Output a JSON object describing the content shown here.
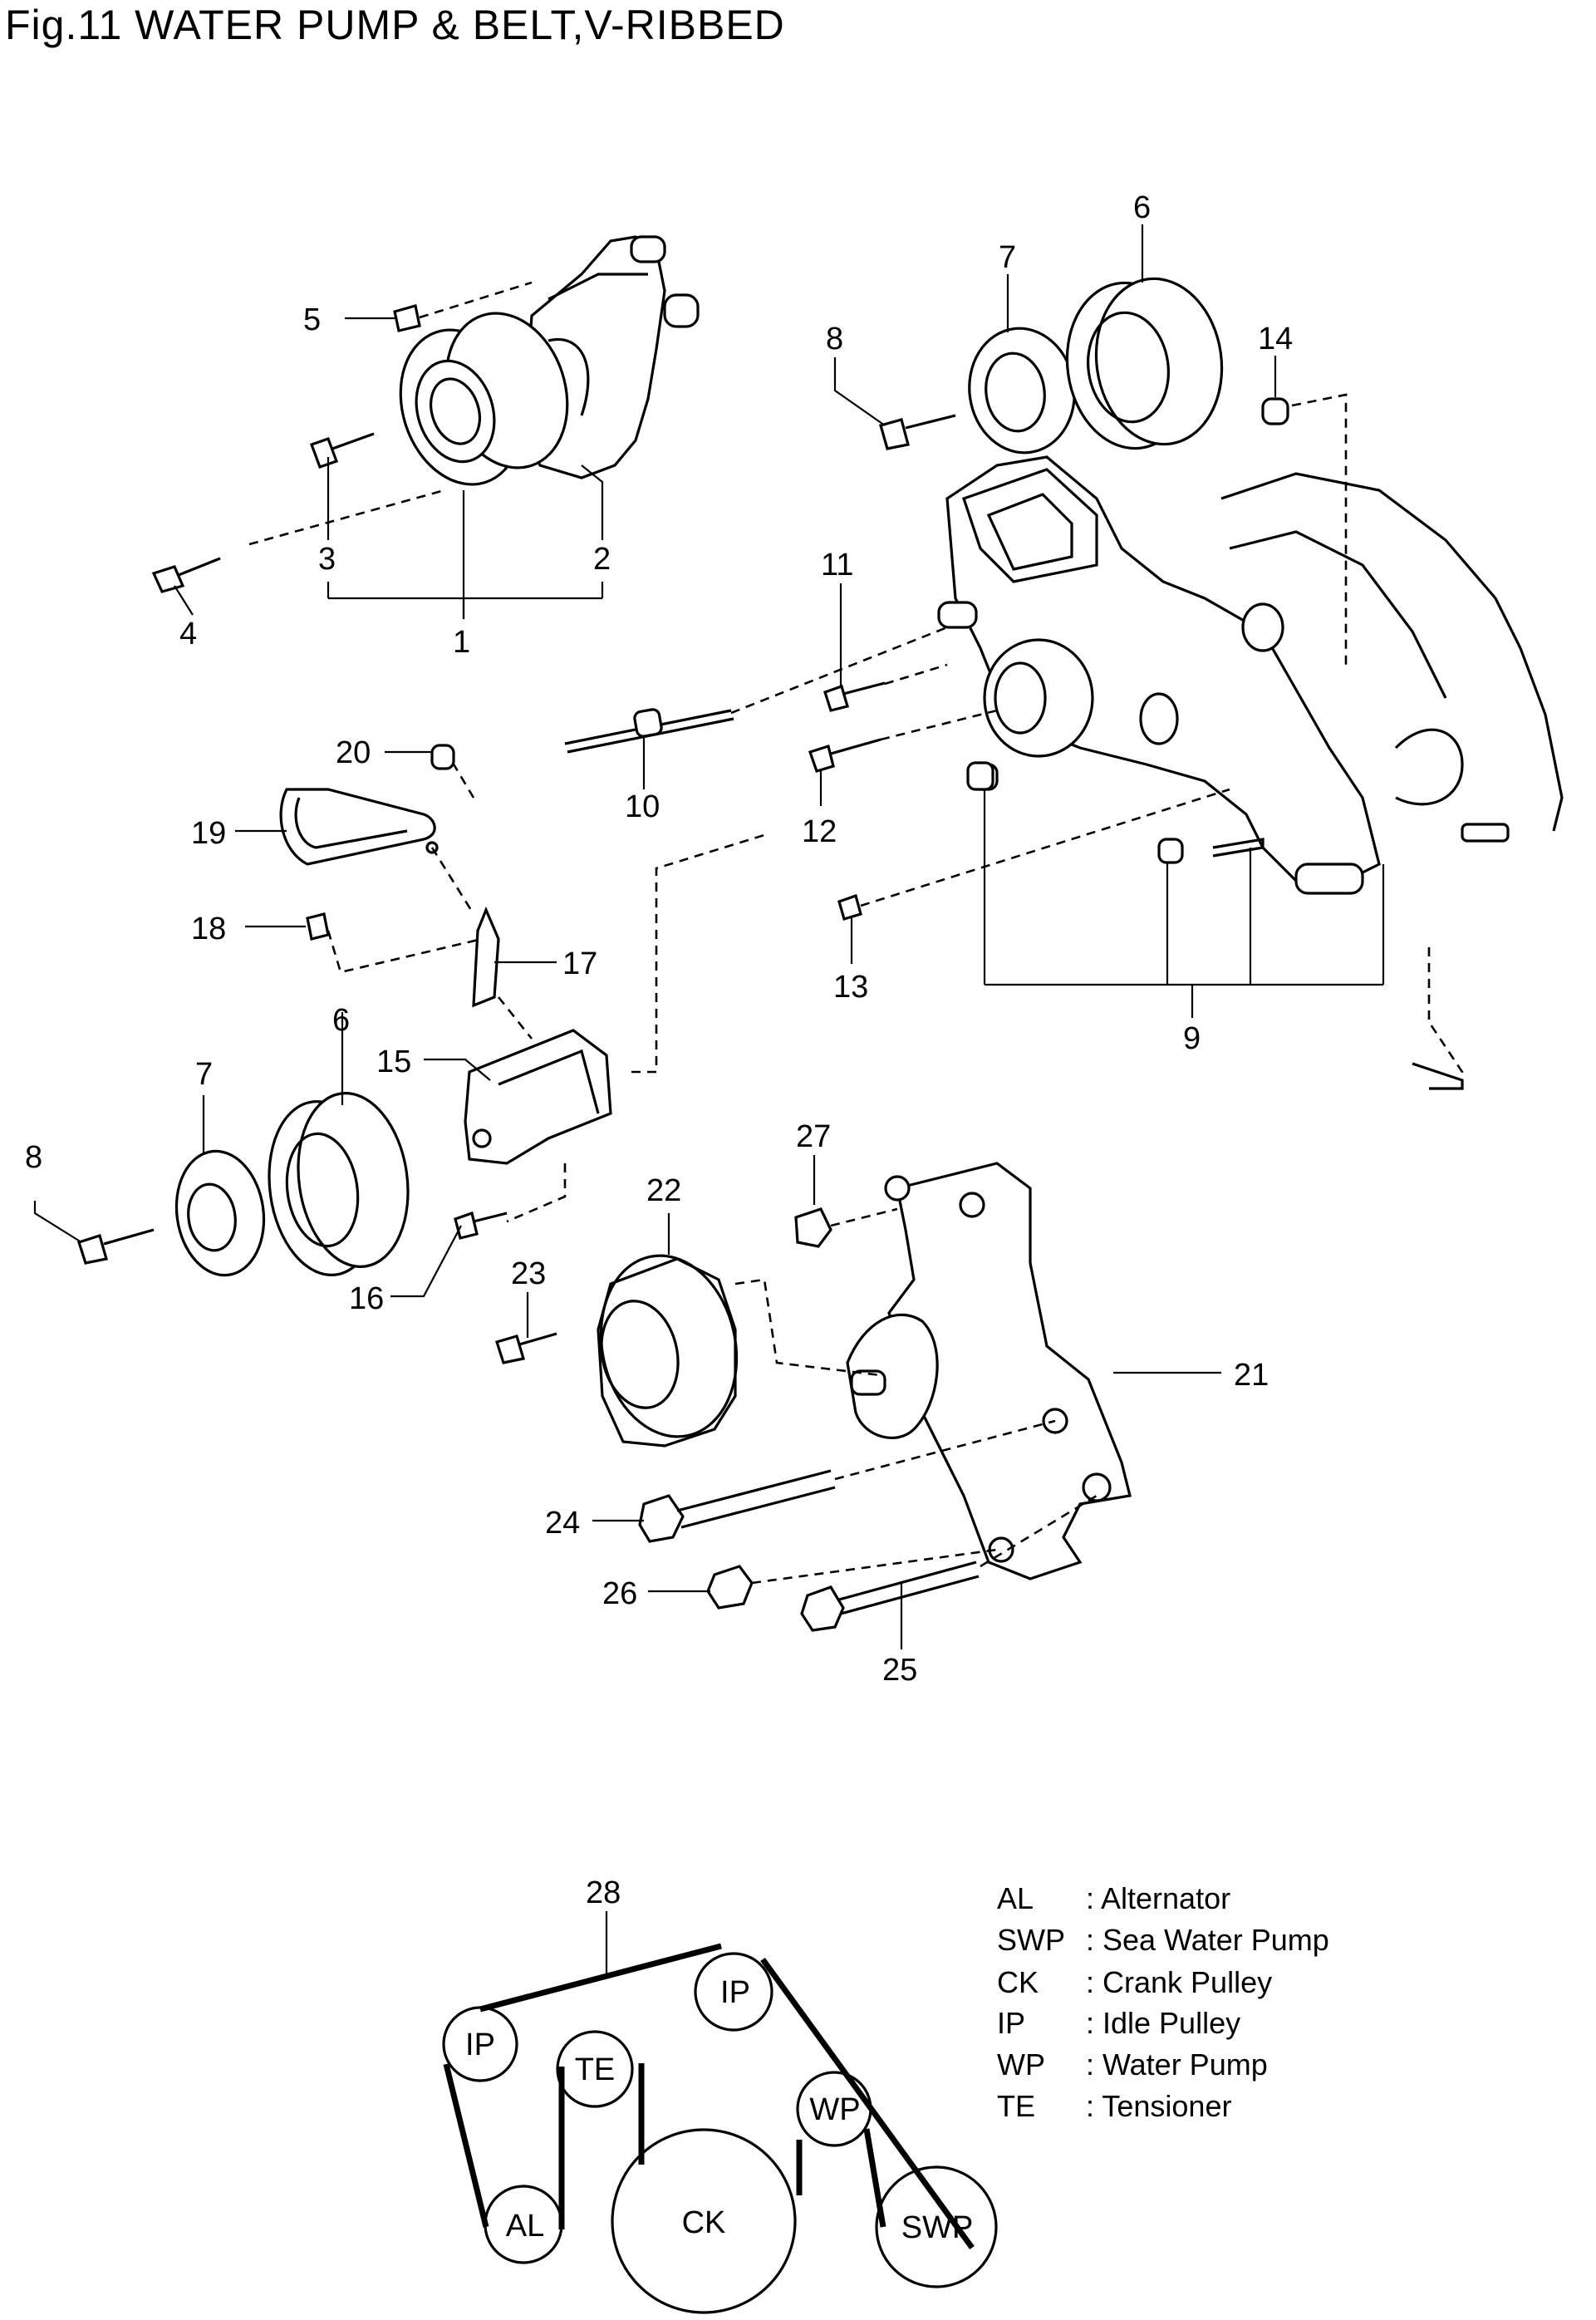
{
  "title": "Fig.11 WATER PUMP & BELT,V-RIBBED",
  "callouts": {
    "c1": "1",
    "c2": "2",
    "c3": "3",
    "c4": "4",
    "c5": "5",
    "c6a": "6",
    "c7a": "7",
    "c8a": "8",
    "c14": "14",
    "c11": "11",
    "c10": "10",
    "c12": "12",
    "c13": "13",
    "c9": "9",
    "c20": "20",
    "c19": "19",
    "c18": "18",
    "c17": "17",
    "c15": "15",
    "c6b": "6",
    "c7b": "7",
    "c8b": "8",
    "c16": "16",
    "c22": "22",
    "c23": "23",
    "c27": "27",
    "c21": "21",
    "c24": "24",
    "c26": "26",
    "c25": "25",
    "c28": "28"
  },
  "belt_diagram": {
    "pulleys": {
      "ip_left": "IP",
      "ip_top": "IP",
      "te": "TE",
      "al": "AL",
      "ck": "CK",
      "wp": "WP",
      "swp": "SWP"
    }
  },
  "legend": [
    {
      "abbr": "AL",
      "desc": ": Alternator"
    },
    {
      "abbr": "SWP",
      "desc": ": Sea Water Pump"
    },
    {
      "abbr": "CK",
      "desc": ": Crank Pulley"
    },
    {
      "abbr": "IP",
      "desc": ": Idle Pulley"
    },
    {
      "abbr": "WP",
      "desc": ": Water Pump"
    },
    {
      "abbr": "TE",
      "desc": ": Tensioner"
    }
  ]
}
